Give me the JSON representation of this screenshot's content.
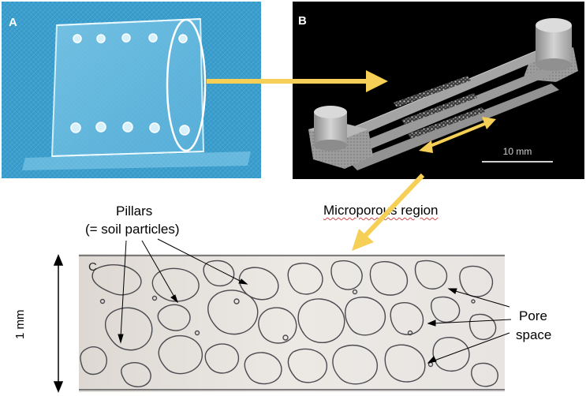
{
  "panels": {
    "a": {
      "letter": "A"
    },
    "b": {
      "letter": "B",
      "scale_bar_label": "10 mm"
    },
    "c": {
      "letter": "C"
    }
  },
  "labels": {
    "pillars_line1": "Pillars",
    "pillars_line2": "(= soil particles)",
    "microporous": "Microporous region",
    "pore_line1": "Pore",
    "pore_line2": "space",
    "scale_1mm": "1 mm"
  },
  "colors": {
    "arrow_yellow": "#f6cf57",
    "chip_blue": "#3fa0cf",
    "device_gray": "#9a9a9a",
    "micrograph_bg": "#e9e6e2",
    "pillar_outline": "#4a4a50"
  }
}
